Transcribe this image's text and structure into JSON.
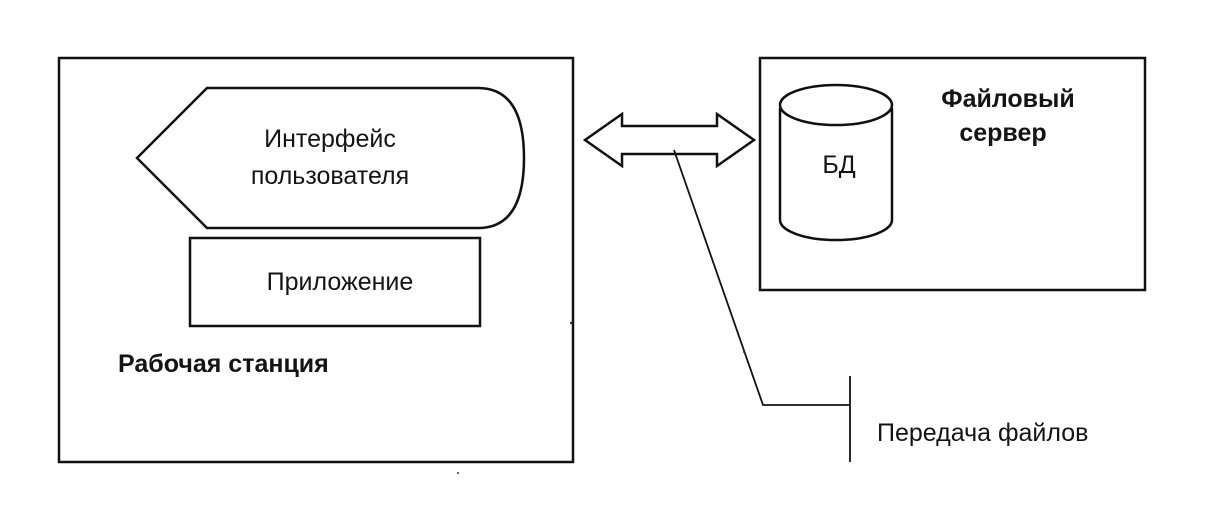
{
  "workstation": {
    "label": "Рабочая станция",
    "ui_line1": "Интерфейс",
    "ui_line2": "пользователя",
    "application": "Приложение"
  },
  "file_server": {
    "label_line1": "Файловый",
    "label_line2": "сервер",
    "database": "БД"
  },
  "link": {
    "caption": "Передача файлов"
  }
}
